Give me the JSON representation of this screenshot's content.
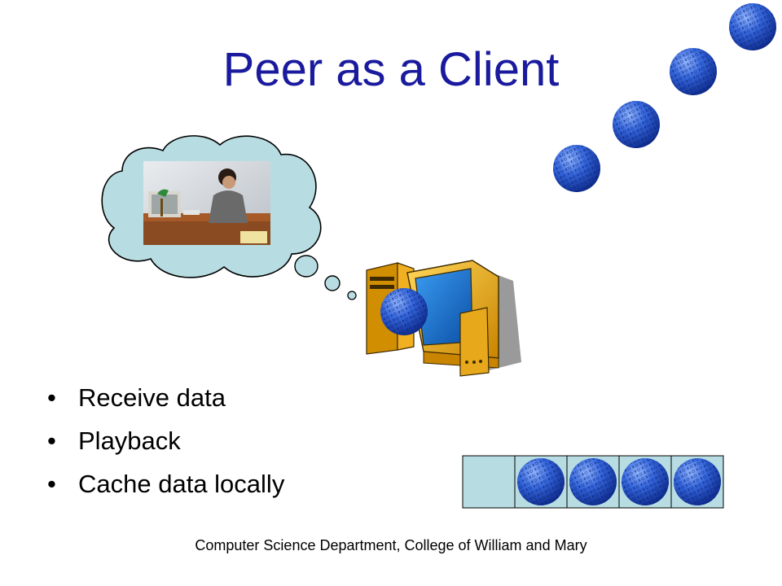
{
  "slide": {
    "title": "Peer as a Client",
    "bullets": [
      {
        "glyph": "•",
        "text": "Receive data"
      },
      {
        "glyph": "•",
        "text": "Playback"
      },
      {
        "glyph": "•",
        "text": "Cache data locally"
      }
    ],
    "footer": "Computer Science Department, College of William and Mary"
  },
  "colors": {
    "title": "#1a1a9e",
    "ball": "#2d5fd6",
    "cloud": "#b7dde3",
    "cache_cell": "#b7dde3",
    "monitor": "#e8a81b",
    "screen": "#1672c8"
  },
  "cache": {
    "cells": [
      {
        "filled": false
      },
      {
        "filled": true
      },
      {
        "filled": true
      },
      {
        "filled": true
      },
      {
        "filled": true
      }
    ]
  },
  "icons": {
    "data_ball": "data-ball-icon",
    "computer": "computer-icon",
    "thought_cloud": "thought-cloud-icon",
    "photo": "woman-at-desk-photo"
  }
}
